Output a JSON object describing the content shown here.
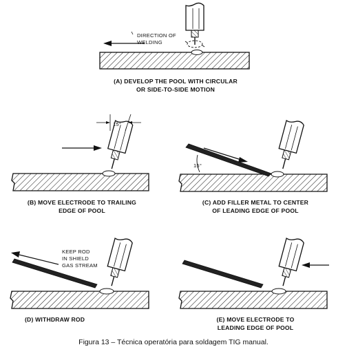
{
  "panels": {
    "a": {
      "caption_line1": "(A)  DEVELOP THE POOL WITH CIRCULAR",
      "caption_line2": "OR SIDE-TO-SIDE MOTION",
      "direction_line1": "DIRECTION OF",
      "direction_line2": "WELDING"
    },
    "b": {
      "caption_line1": "(B)  MOVE ELECTRODE TO TRAILING",
      "caption_line2": "EDGE OF POOL",
      "angle_label": "15°"
    },
    "c": {
      "caption_line1": "(C)  ADD FILLER METAL TO CENTER",
      "caption_line2": "OF LEADING EDGE OF POOL",
      "angle_label": "15°"
    },
    "d": {
      "caption_line1": "(D)  WITHDRAW ROD",
      "note_line1": "KEEP ROD",
      "note_line2": "IN SHIELD",
      "note_line3": "GAS STREAM"
    },
    "e": {
      "caption_line1": "(E)  MOVE ELECTRODE TO",
      "caption_line2": "LEADING EDGE OF POOL"
    }
  },
  "figure_caption": "Figura 13 – Técnica operatória para soldagem TIG manual."
}
